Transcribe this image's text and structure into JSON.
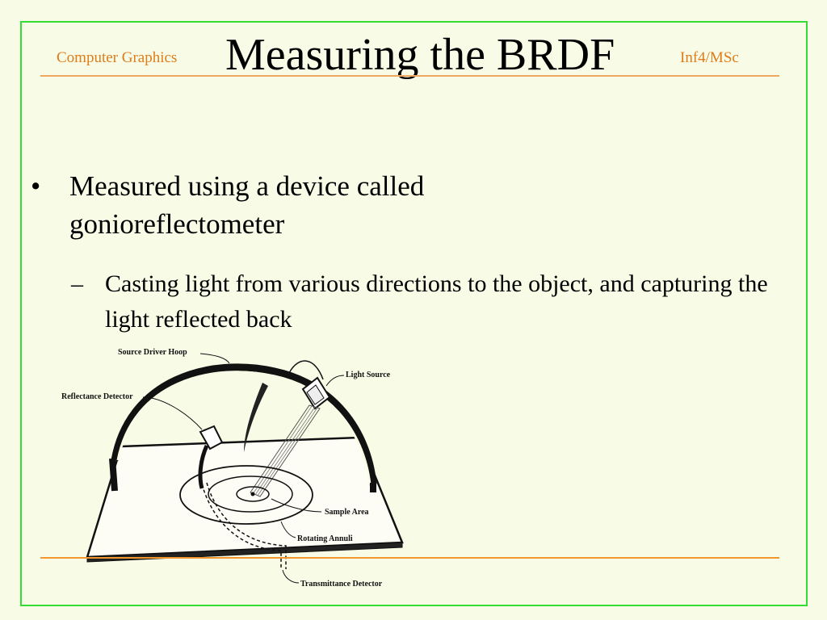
{
  "header": {
    "left": "Computer Graphics",
    "right": "Inf4/MSc",
    "title": "Measuring the BRDF"
  },
  "content": {
    "bullet_symbol": "•",
    "bullet": "Measured using a device called gonioreflectometer",
    "sub_symbol": "–",
    "sub": "Casting light from various directions to the object, and capturing the light reflected back"
  },
  "diagram": {
    "labels": {
      "hoop": "Source Driver Hoop",
      "light": "Light Source",
      "reflectance": "Reflectance Detector",
      "sample": "Sample Area",
      "annuli": "Rotating Annuli",
      "transmittance": "Transmittance Detector"
    }
  },
  "colors": {
    "accent": "#e07b1a",
    "frame": "#33dd33",
    "background": "#f8fce6"
  }
}
